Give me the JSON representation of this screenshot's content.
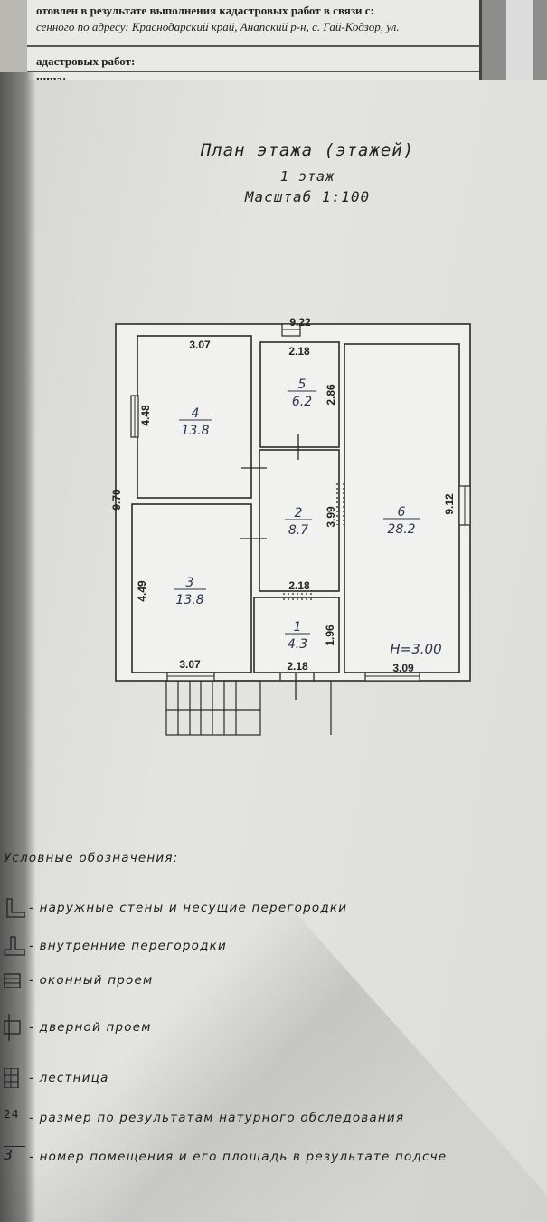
{
  "header": {
    "line1": "отовлен в результате выполнения кадастровых работ в связи с:",
    "line2": "сенного по адресу: Краснодарский край, Анапский р-н, с. Гай-Кодзор, ул.",
    "line3": "адастровых работ:",
    "line4": "ница:"
  },
  "plan": {
    "title": "План этажа (этажей)",
    "floor": "1 этаж",
    "scale": "Масштаб 1:100",
    "height_label": "H=3.00",
    "dimensions": {
      "top_total": "9.22",
      "left_total": "9.70",
      "right_total": "9.12",
      "room4_width": "3.07",
      "room4_height": "4.48",
      "room3_width": "3.07",
      "room3_height": "4.49",
      "room5_width": "2.18",
      "room5_height": "2.86",
      "room2_width": "2.18",
      "room2_height": "3.99",
      "room1_width": "2.18",
      "room1_height": "1.96",
      "room6_width": "3.09"
    },
    "rooms": [
      {
        "number": "1",
        "area": "4.3"
      },
      {
        "number": "2",
        "area": "8.7"
      },
      {
        "number": "3",
        "area": "13.8"
      },
      {
        "number": "4",
        "area": "13.8"
      },
      {
        "number": "5",
        "area": "6.2"
      },
      {
        "number": "6",
        "area": "28.2"
      }
    ]
  },
  "legend": {
    "title": "Условные обозначения:",
    "items": [
      {
        "icon": "exterior-wall-icon",
        "label": "- наружные стены и несущие перегородки"
      },
      {
        "icon": "interior-partition-icon",
        "label": "- внутренние перегородки"
      },
      {
        "icon": "window-icon",
        "label": "- оконный проем"
      },
      {
        "icon": "door-icon",
        "label": "- дверной проем"
      },
      {
        "icon": "stairs-icon",
        "label": "- лестница"
      },
      {
        "icon": "dimension-icon",
        "symbol": "24",
        "label": "- размер по результатам натурного обследования"
      },
      {
        "icon": "room-number-icon",
        "symbol": "3",
        "label": "- номер помещения и его площадь в результате подсче"
      }
    ]
  },
  "colors": {
    "ink": "#222222",
    "room_label": "#2a3550",
    "paper": "#e2e2df"
  }
}
